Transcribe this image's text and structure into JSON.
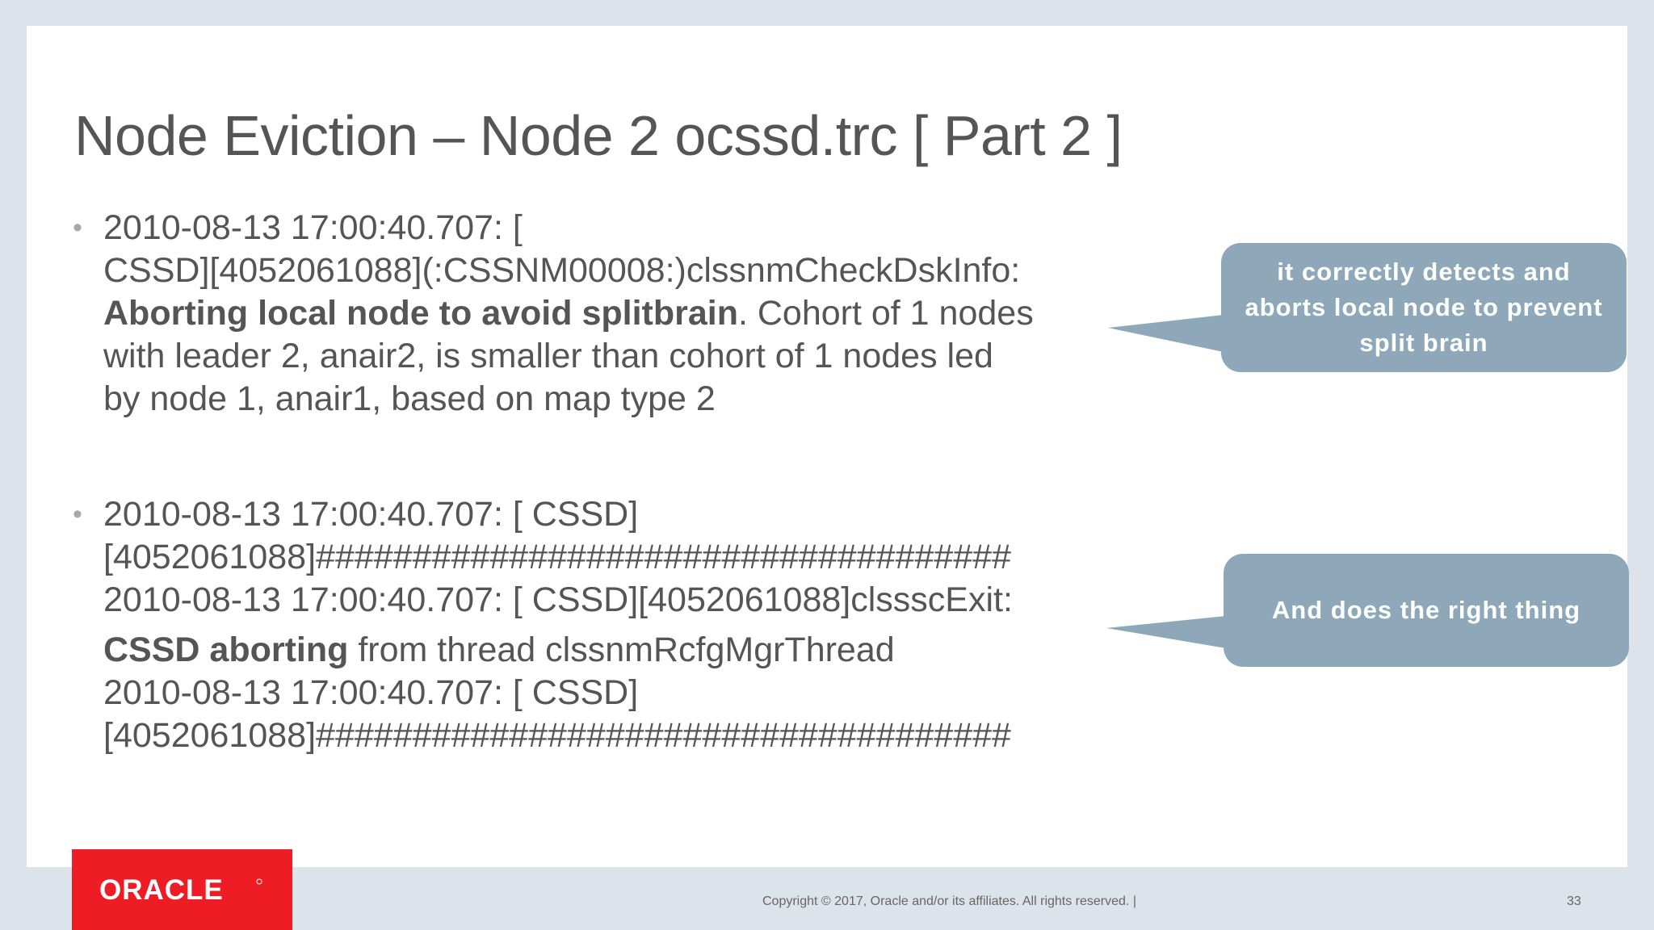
{
  "slide": {
    "title": "Node Eviction – Node 2 ocssd.trc [ Part 2 ]",
    "bullets": [
      {
        "lines": [
          "2010-08-13 17:00:40.707: [",
          "CSSD][4052061088](:CSSNM00008:)clssnmCheckDskInfo:",
          {
            "bold": "Aborting local node to avoid splitbrain",
            "rest": ". Cohort of 1 nodes"
          },
          "with leader 2, anair2, is smaller than cohort of 1 nodes led",
          "by node 1, anair1, based on map type 2"
        ]
      },
      {
        "lines": [
          "2010-08-13 17:00:40.707: [    CSSD]",
          "[4052061088]####################################",
          "2010-08-13 17:00:40.707: [    CSSD][4052061088]clssscExit:",
          {
            "bold": "CSSD aborting",
            "rest": " from thread clssnmRcfgMgrThread"
          },
          "2010-08-13 17:00:40.707: [    CSSD]",
          "[4052061088]####################################"
        ]
      }
    ]
  },
  "callouts": [
    "it correctly detects and aborts local node to prevent split brain",
    "And does the right thing"
  ],
  "footer": {
    "logo_text": "ORACLE",
    "copyright": "Copyright © 2017, Oracle and/or its affiliates. All rights reserved.  |",
    "page_number": "33"
  },
  "colors": {
    "background": "#dde3ea",
    "slide": "#ffffff",
    "text": "#555555",
    "callout": "#8ea8ba",
    "logo_red": "#ee1c25"
  },
  "icons": {
    "bullet": "bullet-dot-icon",
    "callout_pointer": "callout-pointer-icon"
  }
}
